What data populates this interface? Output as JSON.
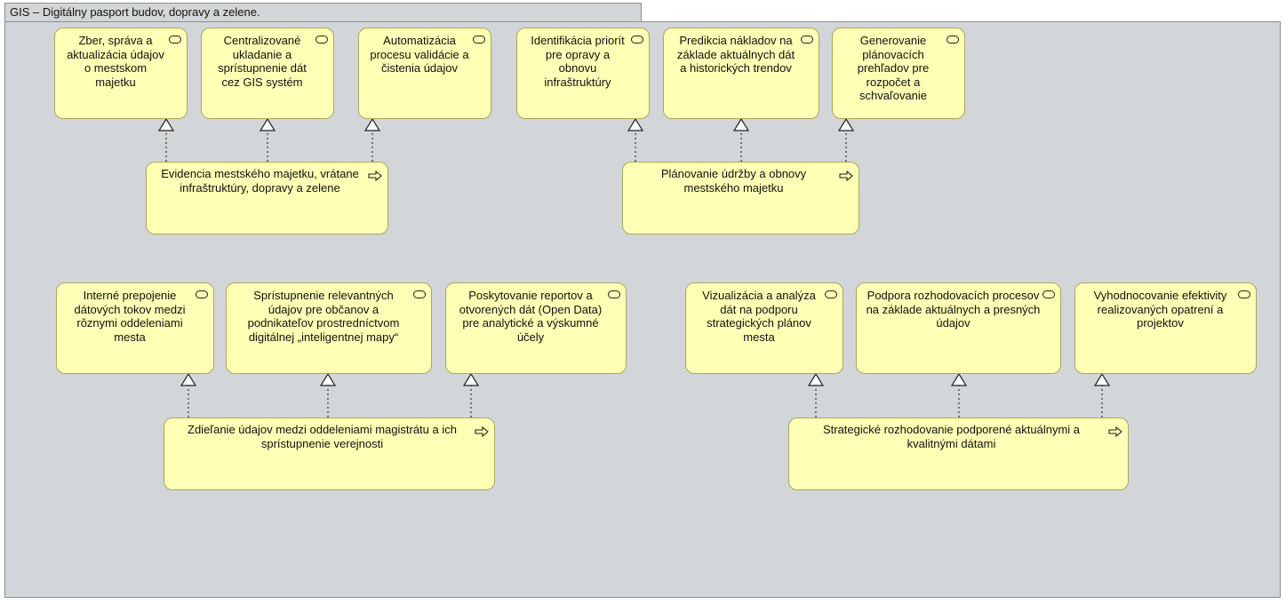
{
  "group_title": "GIS – Digitálny pasport budov, dopravy a zelene.",
  "colors": {
    "element_fill": "#ffffb5",
    "element_border": "#a8a862",
    "group_fill": "#d2d6d8"
  },
  "services": {
    "s1": "Zber, správa a aktualizácia údajov o mestskom majetku",
    "s2": "Centralizované ukladanie a sprístupnenie dát cez GIS systém",
    "s3": "Automatizácia procesu validácie a čistenia údajov",
    "s4": "Identifikácia priorít pre opravy a obnovu infraštruktúry",
    "s5": "Predikcia nákladov na základe aktuálnych dát a historických trendov",
    "s6": "Generovanie plánovacích prehľadov pre rozpočet a schvaľovanie",
    "s7": "Interné prepojenie dátových tokov medzi rôznymi oddeleniami mesta",
    "s8": "Sprístupnenie relevantných údajov pre občanov a podnikateľov prostredníctvom digitálnej „inteligentnej mapy“",
    "s9": "Poskytovanie reportov a otvorených dát (Open Data) pre analytické a výskumné účely",
    "s10": "Vizualizácia a analýza dát na podporu strategických plánov mesta",
    "s11": "Podpora rozhodovacích procesov na základe aktuálnych a presných údajov",
    "s12": "Vyhodnocovanie efektivity realizovaných opatrení a projektov"
  },
  "processes": {
    "p1": "Evidencia mestského majetku, vrátane infraštruktúry, dopravy a zelene",
    "p2": "Plánovanie údržby a obnovy mestského majetku",
    "p3": "Zdieľanie údajov medzi oddeleniami magistrátu a ich sprístupnenie verejnosti",
    "p4": "Strategické rozhodovanie podporené aktuálnymi a kvalitnými dátami"
  }
}
